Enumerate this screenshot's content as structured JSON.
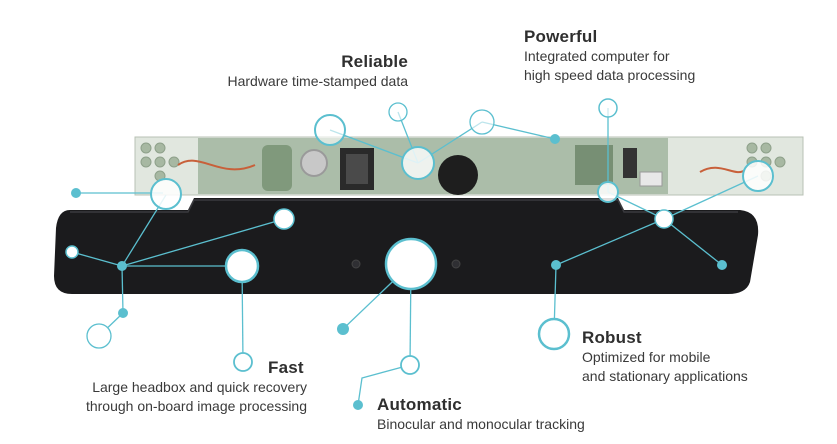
{
  "colors": {
    "accent": "#5bbfcf",
    "bar": "#1b1b1d",
    "pcb": "#8fa58a",
    "text": "#333333"
  },
  "features": {
    "reliable": {
      "title": "Reliable",
      "lines": [
        "Hardware time-stamped data"
      ]
    },
    "powerful": {
      "title": "Powerful",
      "lines": [
        "Integrated computer for",
        "high speed data processing"
      ]
    },
    "fast": {
      "title": "Fast",
      "lines": [
        "Large headbox and quick recovery",
        "through on-board image processing"
      ]
    },
    "automatic": {
      "title": "Automatic",
      "lines": [
        "Binocular and monocular tracking"
      ]
    },
    "robust": {
      "title": "Robust",
      "lines": [
        "Optimized for mobile",
        "and stationary applications"
      ]
    }
  }
}
